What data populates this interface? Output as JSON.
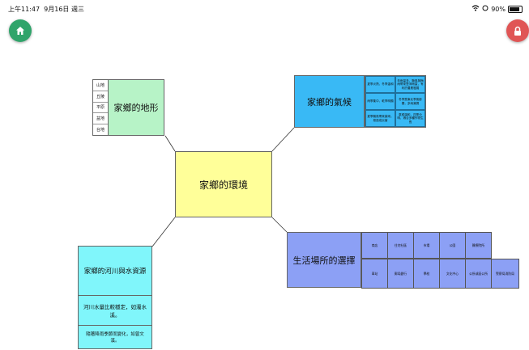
{
  "status_bar": {
    "time": "上午11:47",
    "date": "9月16日 週三",
    "battery": "90%"
  },
  "buttons": {
    "home_icon": "home-icon",
    "lock_icon": "lock-icon"
  },
  "mindmap": {
    "center": "家鄉的環境",
    "terrain": {
      "title": "家鄉的地形",
      "items": [
        "山地",
        "丘陵",
        "平原",
        "盆地",
        "台地"
      ]
    },
    "climate": {
      "title": "家鄉的氣候",
      "cells": [
        "夏季炎熱，冬季溫和",
        "年雨量多，颱風與梅雨帶來豐沛雨量，有利於農業發展",
        "雨季集中，乾季明顯",
        "冬季受東北季風影響，多雨潮濕",
        "夏季颱風帶來豪雨，易造成災害",
        "氣候溫和，四季分明，適合多種作物生長"
      ]
    },
    "life": {
      "title": "生活場所的選擇",
      "row1": [
        "商店",
        "住宅社區",
        "市場",
        "公園",
        "醫療院所"
      ],
      "row2": [
        "車站",
        "郵局銀行",
        "學校",
        "文化中心",
        "公所或區公所",
        "警察局消防局"
      ]
    },
    "river": {
      "title": "家鄉的河川與水資源",
      "item1": "河川水量比較穩定，如濁水溪。",
      "item2": "隨著降雨季節而變化，如曾文溪。"
    }
  },
  "colors": {
    "center": "#ffff99",
    "terrain": "#b7f3c7",
    "climate": "#39b9f5",
    "life": "#8ca0f5",
    "river": "#80f6fb",
    "home_button": "#2fa46a",
    "lock_button": "#e05555"
  }
}
